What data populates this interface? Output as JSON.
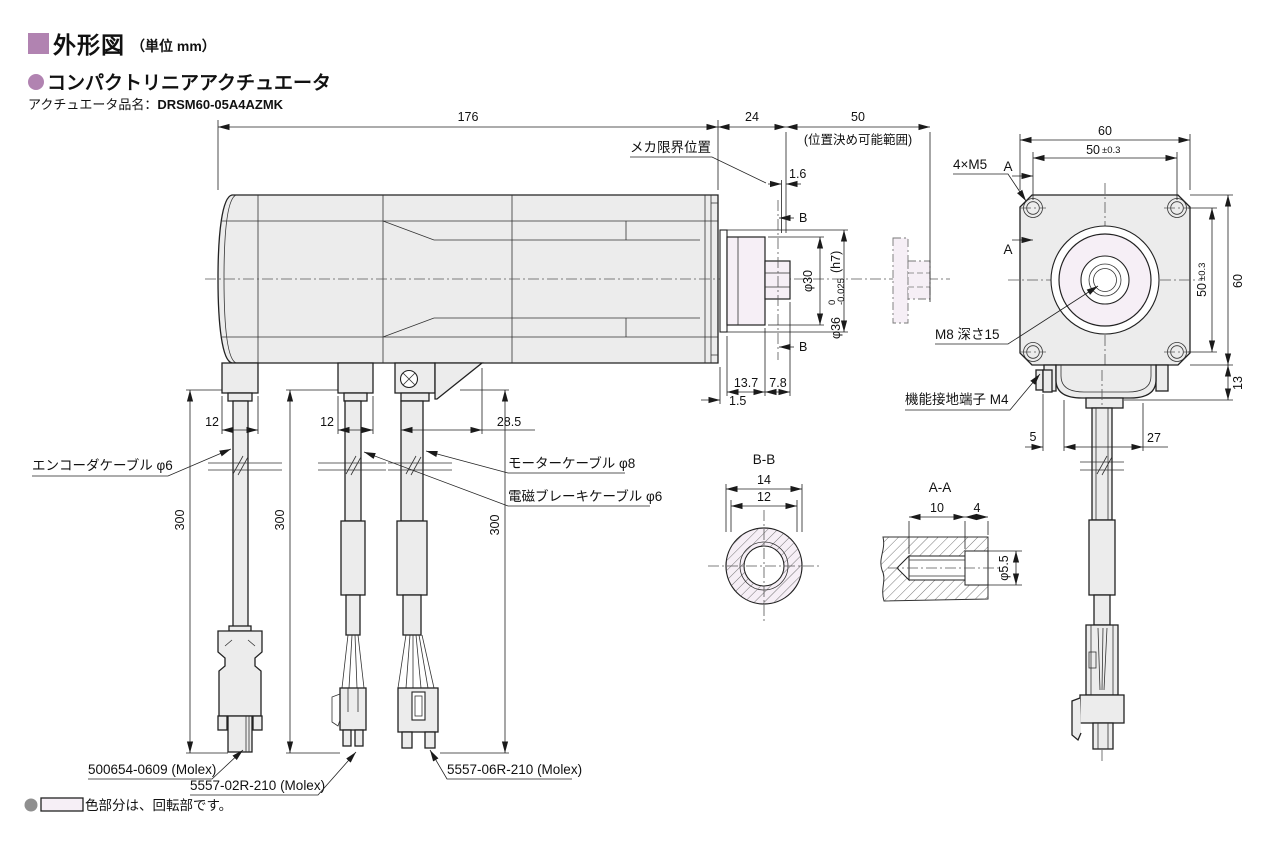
{
  "header": {
    "title": "外形図",
    "unit_note": "（単位 mm）",
    "subtitle": "コンパクトリニアアクチュエータ",
    "product_label": "アクチュエータ品名：",
    "product_name": "DRSM60-05A4AZMK"
  },
  "colors": {
    "accent_purple": "#b183b1",
    "rotating_pink": "#f6eff6",
    "body_gray": "#ececec",
    "legend_bullet_gray": "#8f8f8f"
  },
  "side_view": {
    "dim_176": "176",
    "dim_24": "24",
    "dim_50": "50",
    "positioning_range_note": "(位置決め可能範囲)",
    "mech_limit_label": "メカ限界位置",
    "dim_1_6": "1.6",
    "section_b_top": "B",
    "section_b_bottom": "B",
    "dia_30": "φ30",
    "dia_36": "φ36",
    "dia_36_tol_upper": "0",
    "dia_36_tol_lower": "-0.025",
    "dia_36_fit": "(h7)",
    "dim_13_7": "13.7",
    "dim_7_8": "7.8",
    "dim_1_5": "1.5",
    "dim_12_a": "12",
    "dim_12_b": "12",
    "dim_28_5": "28.5",
    "dim_300_a": "300",
    "dim_300_b": "300",
    "dim_300_c": "300",
    "encoder_cable_label": "エンコーダケーブル φ6",
    "motor_cable_label": "モーターケーブル φ8",
    "brake_cable_label": "電磁ブレーキケーブル φ6",
    "connector_encoder": "500654-0609 (Molex)",
    "connector_brake": "5557-02R-210 (Molex)",
    "connector_motor": "5557-06R-210 (Molex)"
  },
  "front_view": {
    "dim_60_top": "60",
    "dim_50_top": "50",
    "tol_top": "±0.3",
    "screws_label": "4×M5",
    "section_a_top": "A",
    "section_a_bottom": "A",
    "dim_50_right": "50",
    "tol_right": "±0.3",
    "dim_60_right": "60",
    "dim_13_right": "13",
    "tap_label": "M8 深さ15",
    "ground_label": "機能接地端子 M4",
    "dim_5": "5",
    "dim_27": "27"
  },
  "section_bb": {
    "title": "B-B",
    "dim_14": "14",
    "dim_12": "12"
  },
  "section_aa": {
    "title": "A-A",
    "dim_10": "10",
    "dim_4": "4",
    "dia_5_5": "φ5.5"
  },
  "legend": {
    "note": "色部分は、回転部です。"
  }
}
